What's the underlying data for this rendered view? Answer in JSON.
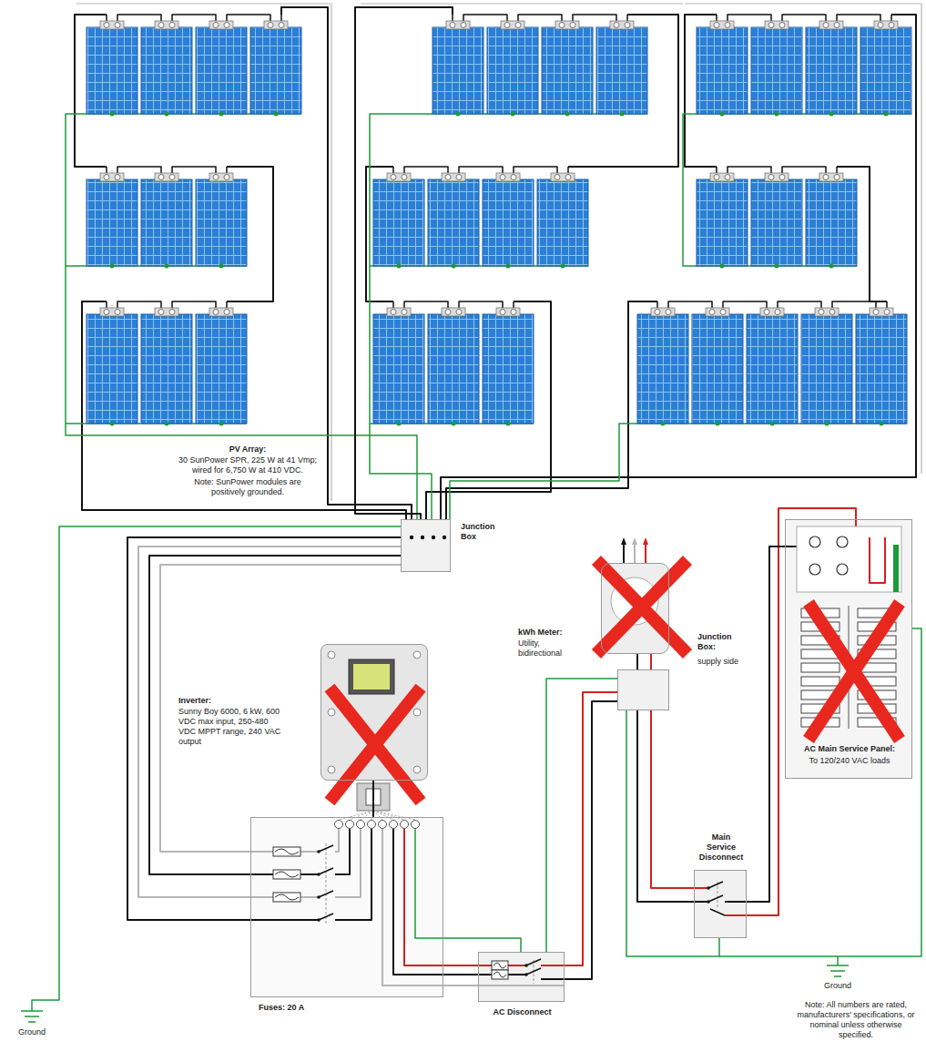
{
  "diagram": {
    "nodes": [
      {
        "text": [
          "Junction Box"
        ]
      },
      {
        "text": [
          "Inverter:",
          "Sunny Boy 6000, 6 kW, 600 VDC max input, 250-480 VDC MPPT range, 240 VAC output"
        ]
      },
      {
        "text": [
          "Fuses: 20 A"
        ]
      },
      {
        "text": [
          "AC Disconnect"
        ]
      },
      {
        "text": [
          "kWh Meter:",
          "Utility, bidirectional"
        ]
      },
      {
        "text": [
          "Junction Box:",
          "supply side"
        ]
      },
      {
        "text": [
          "Main Service Disconnect"
        ]
      },
      {
        "text": [
          "AC Main Service Panel:",
          "To 120/240 VAC loads"
        ]
      }
    ],
    "edges": [
      {
        "from": 0,
        "to": 2,
        "arrow": "none"
      },
      {
        "from": 1,
        "to": 2,
        "arrow": "none"
      },
      {
        "from": 2,
        "to": 3,
        "arrow": "none"
      },
      {
        "from": 3,
        "to": 5,
        "arrow": "none"
      },
      {
        "from": 4,
        "to": 5,
        "arrow": "none"
      },
      {
        "from": 5,
        "to": 6,
        "arrow": "none"
      },
      {
        "from": 6,
        "to": 7,
        "arrow": "none"
      }
    ],
    "labels": [
      "PV Array:",
      "30 SunPower SPR, 225 W at 41 Vmp; wired for 6,750 W at 410 VDC.",
      "Note: SunPower modules are positively grounded.",
      "Ground",
      "Ground",
      "Note: All numbers are rated, manufacturers' specifications, or nominal unless otherwise specified."
    ]
  }
}
